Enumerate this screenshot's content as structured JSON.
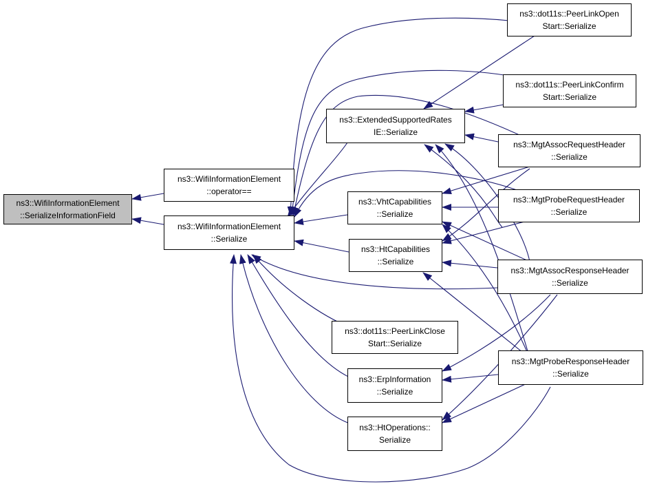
{
  "colors": {
    "edge": "#191970",
    "root_fill": "#bfbfbf",
    "node_fill": "#ffffff",
    "border": "#000000"
  },
  "nodes": {
    "root": [
      "ns3::WifiInformationElement",
      "::SerializeInformationField"
    ],
    "operator_eq": [
      "ns3::WifiInformationElement",
      "::operator=="
    ],
    "wie_serialize": [
      "ns3::WifiInformationElement",
      "::Serialize"
    ],
    "ext_rates": [
      "ns3::ExtendedSupportedRates",
      "IE::Serialize"
    ],
    "vht": [
      "ns3::VhtCapabilities",
      "::Serialize"
    ],
    "ht": [
      "ns3::HtCapabilities",
      "::Serialize"
    ],
    "close": [
      "ns3::dot11s::PeerLinkClose",
      "Start::Serialize"
    ],
    "erp": [
      "ns3::ErpInformation",
      "::Serialize"
    ],
    "htop": [
      "ns3::HtOperations::",
      "Serialize"
    ],
    "open": [
      "ns3::dot11s::PeerLinkOpen",
      "Start::Serialize"
    ],
    "confirm": [
      "ns3::dot11s::PeerLinkConfirm",
      "Start::Serialize"
    ],
    "assoc_req": [
      "ns3::MgtAssocRequestHeader",
      "::Serialize"
    ],
    "probe_req": [
      "ns3::MgtProbeRequestHeader",
      "::Serialize"
    ],
    "assoc_resp": [
      "ns3::MgtAssocResponseHeader",
      "::Serialize"
    ],
    "probe_resp": [
      "ns3::MgtProbeResponseHeader",
      "::Serialize"
    ]
  }
}
